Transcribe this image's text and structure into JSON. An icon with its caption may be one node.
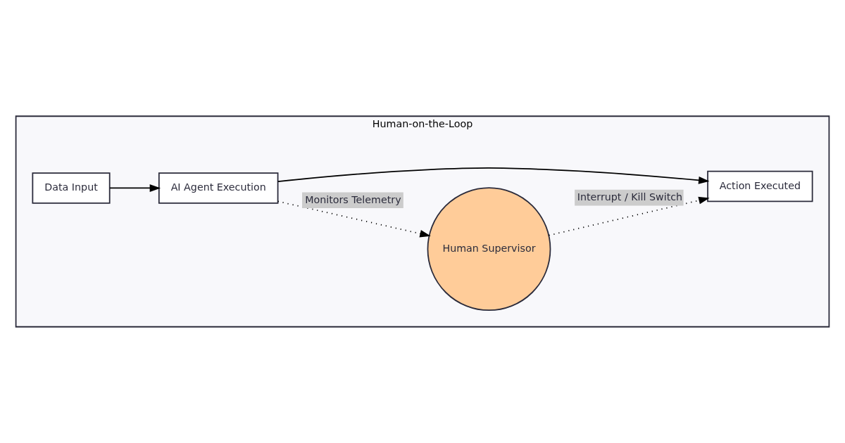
{
  "diagram": {
    "nodes": [
      {
        "text": [
          "Human-on-the-Loop"
        ]
      },
      {
        "text": [
          "Data Input"
        ],
        "in": 0
      },
      {
        "text": [
          "AI Agent Execution"
        ],
        "in": 0
      },
      {
        "text": [
          "Human Supervisor"
        ],
        "in": 0
      },
      {
        "text": [
          "Action Executed"
        ],
        "in": 0
      }
    ],
    "edges": [
      {
        "from": 1,
        "to": 2,
        "arrow": "to"
      },
      {
        "from": 2,
        "to": 4,
        "arrow": "to"
      },
      {
        "from": 2,
        "to": 3,
        "arrow": "to",
        "label": "Monitors Telemetry",
        "style": "dashed"
      },
      {
        "from": 3,
        "to": 4,
        "arrow": "to",
        "label": "Interrupt / Kill Switch",
        "style": "dashed"
      }
    ]
  }
}
